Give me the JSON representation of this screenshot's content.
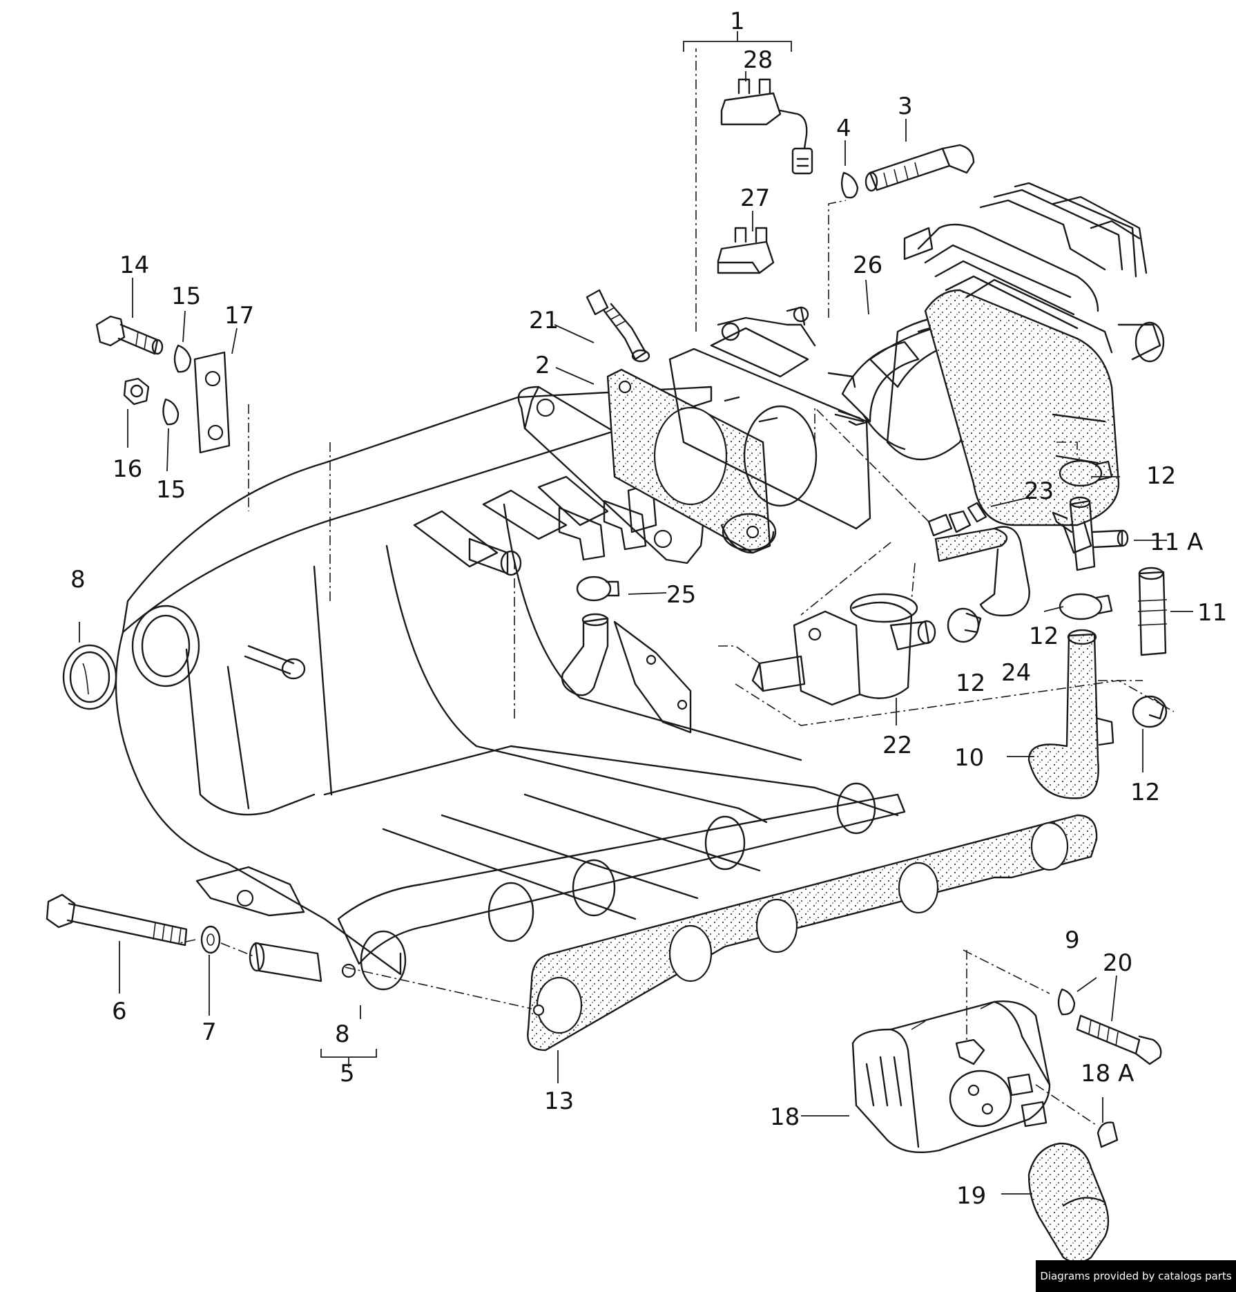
{
  "callouts": {
    "c1": "1",
    "c2": "2",
    "c3": "3",
    "c4": "4",
    "c5": "5",
    "c6": "6",
    "c7": "7",
    "c8a": "8",
    "c8b": "8",
    "c9": "9",
    "c10": "10",
    "c11": "11",
    "c11a": "11 A",
    "c12a": "12",
    "c12b": "12",
    "c12c": "12",
    "c12d": "12",
    "c13": "13",
    "c14": "14",
    "c15a": "15",
    "c15b": "15",
    "c16": "16",
    "c17": "17",
    "c18": "18",
    "c18a": "18 A",
    "c19": "19",
    "c20": "20",
    "c21": "21",
    "c22": "22",
    "c23": "23",
    "c24": "24",
    "c25": "25",
    "c26": "26",
    "c27": "27",
    "c28": "28"
  },
  "credit": "Diagrams provided by catalogs parts"
}
